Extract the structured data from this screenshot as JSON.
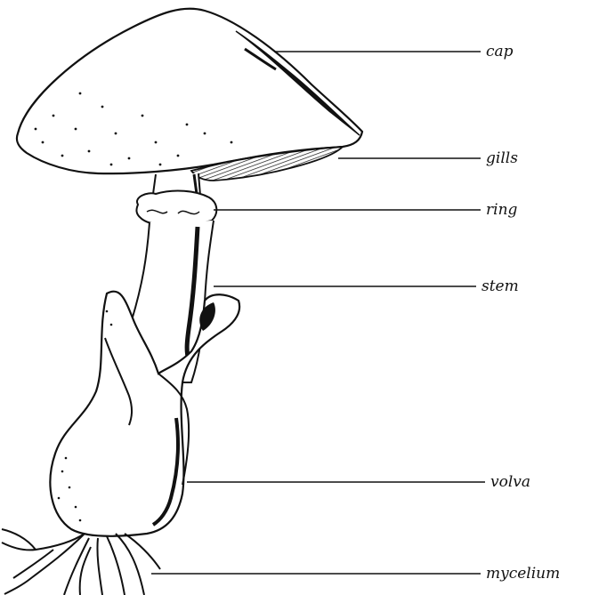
{
  "labels": {
    "cap": "cap",
    "gills": "gills",
    "ring": "ring",
    "stem": "stem",
    "volva": "volva",
    "mycelium": "mycelium"
  },
  "colors": {
    "ink": "#111111",
    "paper": "#ffffff"
  }
}
